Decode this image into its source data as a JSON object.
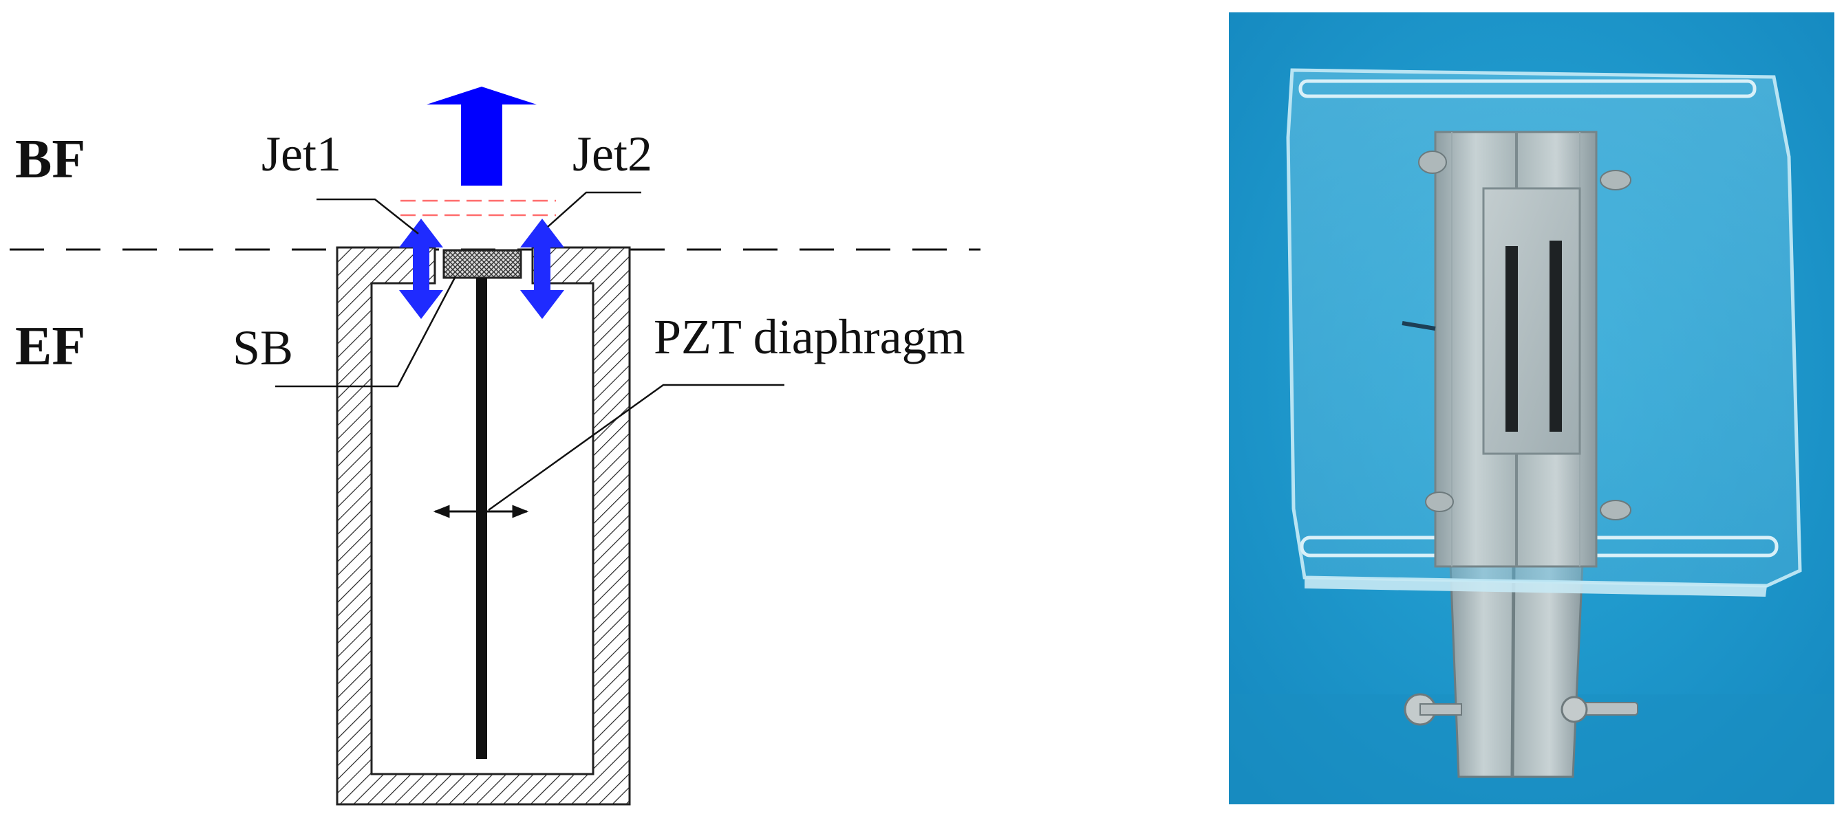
{
  "schematic": {
    "zone_upper": "BF",
    "zone_lower": "EF",
    "jet_left": "Jet1",
    "jet_right": "Jet2",
    "block_label": "SB",
    "diaphragm_label": "PZT diaphragm"
  },
  "colors": {
    "flow_arrow": "#0000ff",
    "jet_arrows": "#1f2bff",
    "jet_outlet_lines": "#ff6b6b",
    "photo_background": "#1c9bcf",
    "line": "#111111"
  },
  "icons": {
    "main_flow": "up-arrow-icon",
    "jet_flow": "double-vertical-arrow-icon",
    "vibration": "double-horizontal-arrow-icon"
  }
}
